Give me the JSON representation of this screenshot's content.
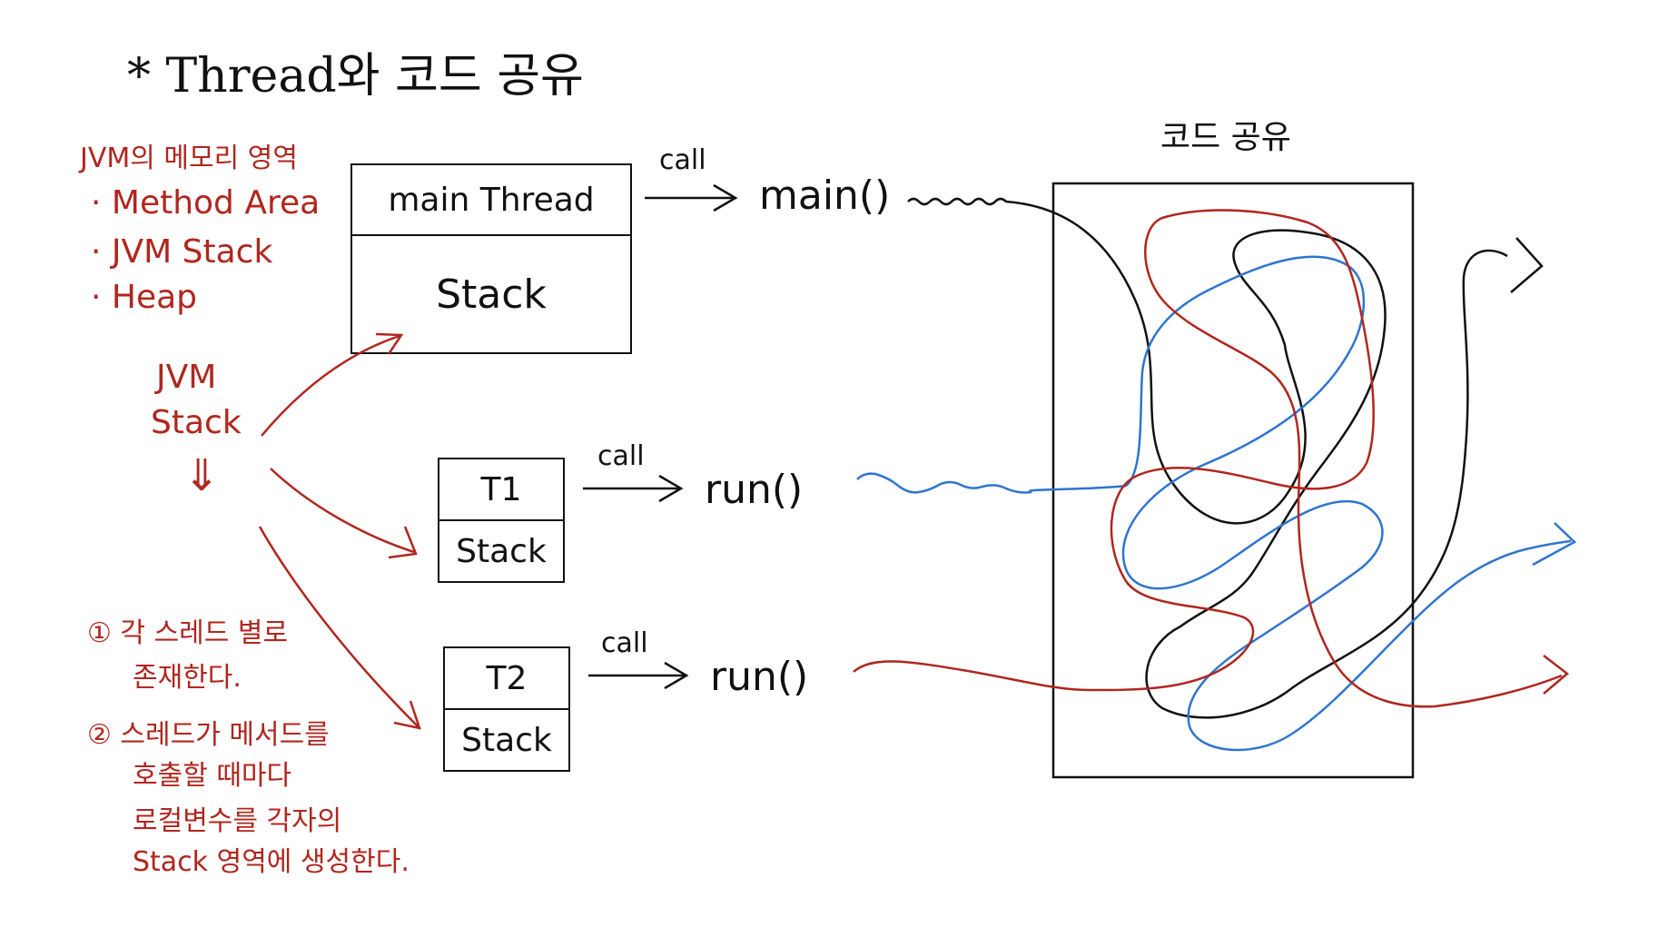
{
  "title": "* Thread와 코드 공유",
  "memory": {
    "heading": "JVM의 메모리 영역",
    "items": [
      "· Method Area",
      "· JVM Stack",
      "· Heap"
    ]
  },
  "jvm_stack": {
    "line1": "JVM",
    "line2": "Stack",
    "arrow": "⇓"
  },
  "notes": {
    "n1_line1": "① 각 스레드 별로",
    "n1_line2": "존재한다.",
    "n2_line1": "② 스레드가 메서드를",
    "n2_line2": "호출할 때마다",
    "n2_line3": "로컬변수를 각자의",
    "n2_line4": "Stack 영역에 생성한다."
  },
  "main_thread": {
    "top": "main Thread",
    "bottom": "Stack",
    "call": "call",
    "method": "main()"
  },
  "t1": {
    "top": "T1",
    "bottom": "Stack",
    "call": "call",
    "method": "run()"
  },
  "t2": {
    "top": "T2",
    "bottom": "Stack",
    "call": "call",
    "method": "run()"
  },
  "code_share": {
    "label": "코드 공유"
  },
  "colors": {
    "ink": "#111111",
    "red": "#b0261e",
    "blue": "#2f74d0"
  }
}
